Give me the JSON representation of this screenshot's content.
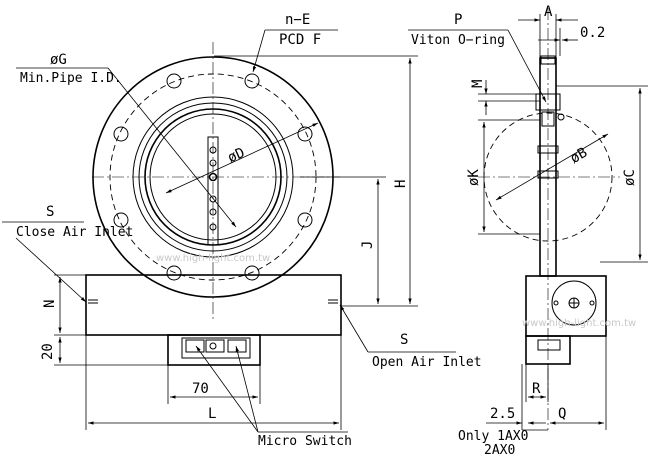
{
  "labels": {
    "n_e": "n−E",
    "pcd_f": "PCD F",
    "phi_g": "øG",
    "min_pipe": "Min.Pipe I.D.",
    "phi_d": "øD",
    "s_left": "S",
    "close_air_inlet": "Close Air Inlet",
    "h": "H",
    "j": "J",
    "n": "N",
    "twenty": "20",
    "seventy": "70",
    "l": "L",
    "s_right": "S",
    "open_air_inlet": "Open Air Inlet",
    "micro_switch": "Micro Switch",
    "p": "P",
    "viton": "Viton O−ring",
    "a": "A",
    "zero_two": "0.2",
    "m": "M",
    "phi_k": "øK",
    "phi_b": "øB",
    "phi_c": "øC",
    "r": "R",
    "two_five": "2.5",
    "q": "Q",
    "only": "Only 1AX0",
    "two_ax0": "2AX0"
  },
  "watermark": "www.high-light.com.tw"
}
